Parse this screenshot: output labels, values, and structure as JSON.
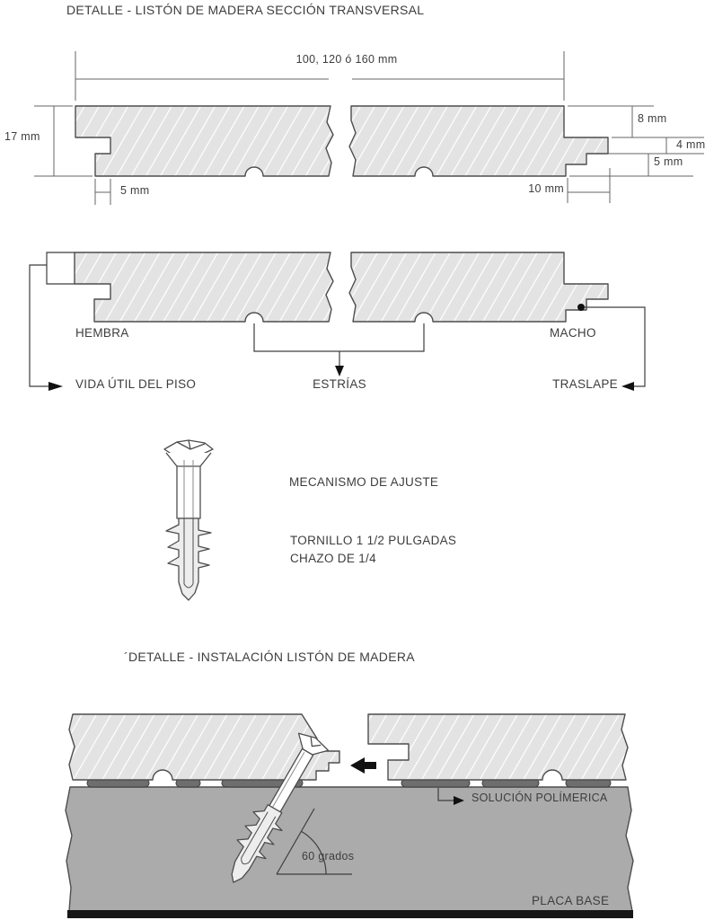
{
  "drawing": {
    "colors": {
      "background": "#ffffff",
      "board_fill": "#e3e3e3",
      "hatch_lines": "#ffffff",
      "outline": "#4d4d4d",
      "base_plate_fill": "#ababab",
      "polymer_strip_fill": "#6e6e6e",
      "text": "#3d3d3d"
    },
    "cross_section": {
      "title": "DETALLE - LISTÓN DE MADERA SECCIÓN TRANSVERSAL",
      "dim_width": "100, 120 ó 160 mm",
      "dim_thickness": "17 mm",
      "dim_top_lip": "8 mm",
      "dim_tongue": "4 mm",
      "dim_bottom_lip": "5 mm",
      "dim_groove_offset": "5 mm",
      "dim_tongue_length": "10 mm",
      "label_hembra": "HEMBRA",
      "label_macho": "MACHO",
      "label_vida_util": "VIDA ÚTIL DEL PISO",
      "label_estrias": "ESTRÍAS",
      "label_traslape": "TRASLAPE"
    },
    "adjustment": {
      "label_mecanismo": "MECANISMO DE AJUSTE",
      "label_tornillo": "TORNILLO 1 1/2 PULGADAS",
      "label_chazo": "CHAZO DE 1/4"
    },
    "installation": {
      "title": "´DETALLE - INSTALACIÓN LISTÓN DE MADERA",
      "label_solucion": "SOLUCIÓN POLÍMERICA",
      "label_angle": "60 grados",
      "label_placa": "PLACA BASE"
    }
  }
}
